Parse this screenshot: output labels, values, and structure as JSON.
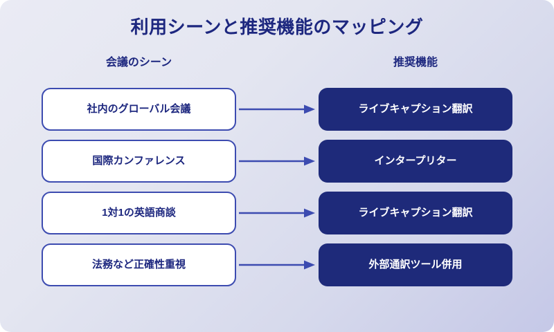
{
  "title": "利用シーンと推奨機能のマッピング",
  "colors": {
    "title_text": "#1d277f",
    "scene_border": "#3c4bb0",
    "scene_bg": "#ffffff",
    "scene_text": "#1d277f",
    "feature_bg": "#1e2a7a",
    "feature_text": "#ffffff",
    "arrow": "#3c4bb0",
    "bg_start": "#eaebf4",
    "bg_end": "#c5c8e7"
  },
  "headers": {
    "left": "会議のシーン",
    "right": "推奨機能"
  },
  "rows": [
    {
      "scene": "社内のグローバル会議",
      "feature": "ライブキャプション翻訳",
      "arrow": "arrow-right-icon"
    },
    {
      "scene": "国際カンファレンス",
      "feature": "インタープリター",
      "arrow": "arrow-right-icon"
    },
    {
      "scene": "1対1の英語商談",
      "feature": "ライブキャプション翻訳",
      "arrow": "arrow-right-icon"
    },
    {
      "scene": "法務など正確性重視",
      "feature": "外部通訳ツール併用",
      "arrow": "arrow-right-icon"
    }
  ]
}
